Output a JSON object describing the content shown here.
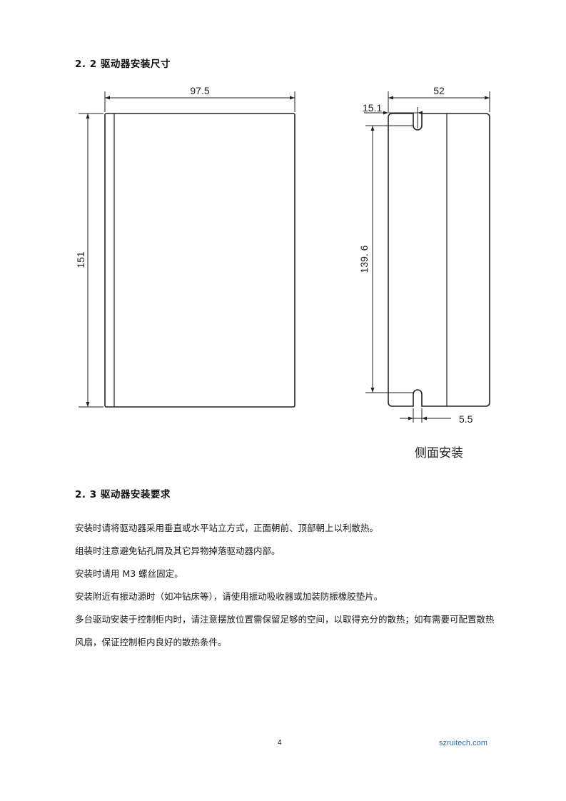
{
  "sections": {
    "dimensions_heading": "2. 2 驱动器安装尺寸",
    "requirements_heading": "2. 3 驱动器安装要求"
  },
  "drawing": {
    "width_label": "97.5",
    "height_label": "151",
    "side_width_label": "52",
    "slot_offset_label": "15.1",
    "hole_spacing_label": "139. 6",
    "slot_width_label": "5.5",
    "side_caption": "侧面安装"
  },
  "requirements": [
    "安装时请将驱动器采用垂直或水平站立方式，正面朝前、顶部朝上以利散热。",
    "组装时注意避免钻孔屑及其它异物掉落驱动器内部。",
    "安装时请用 M3 螺丝固定。",
    "安装附近有振动源时（如冲钻床等），请使用振动吸收器或加装防振橡胶垫片。",
    "多台驱动安装于控制柜内时，请注意摆放位置需保留足够的空间，以取得充分的散热；如有需要可配置散热风扇，保证控制柜内良好的散热条件。"
  ],
  "footer": {
    "page_number": "4",
    "website": "szruitech.com"
  }
}
